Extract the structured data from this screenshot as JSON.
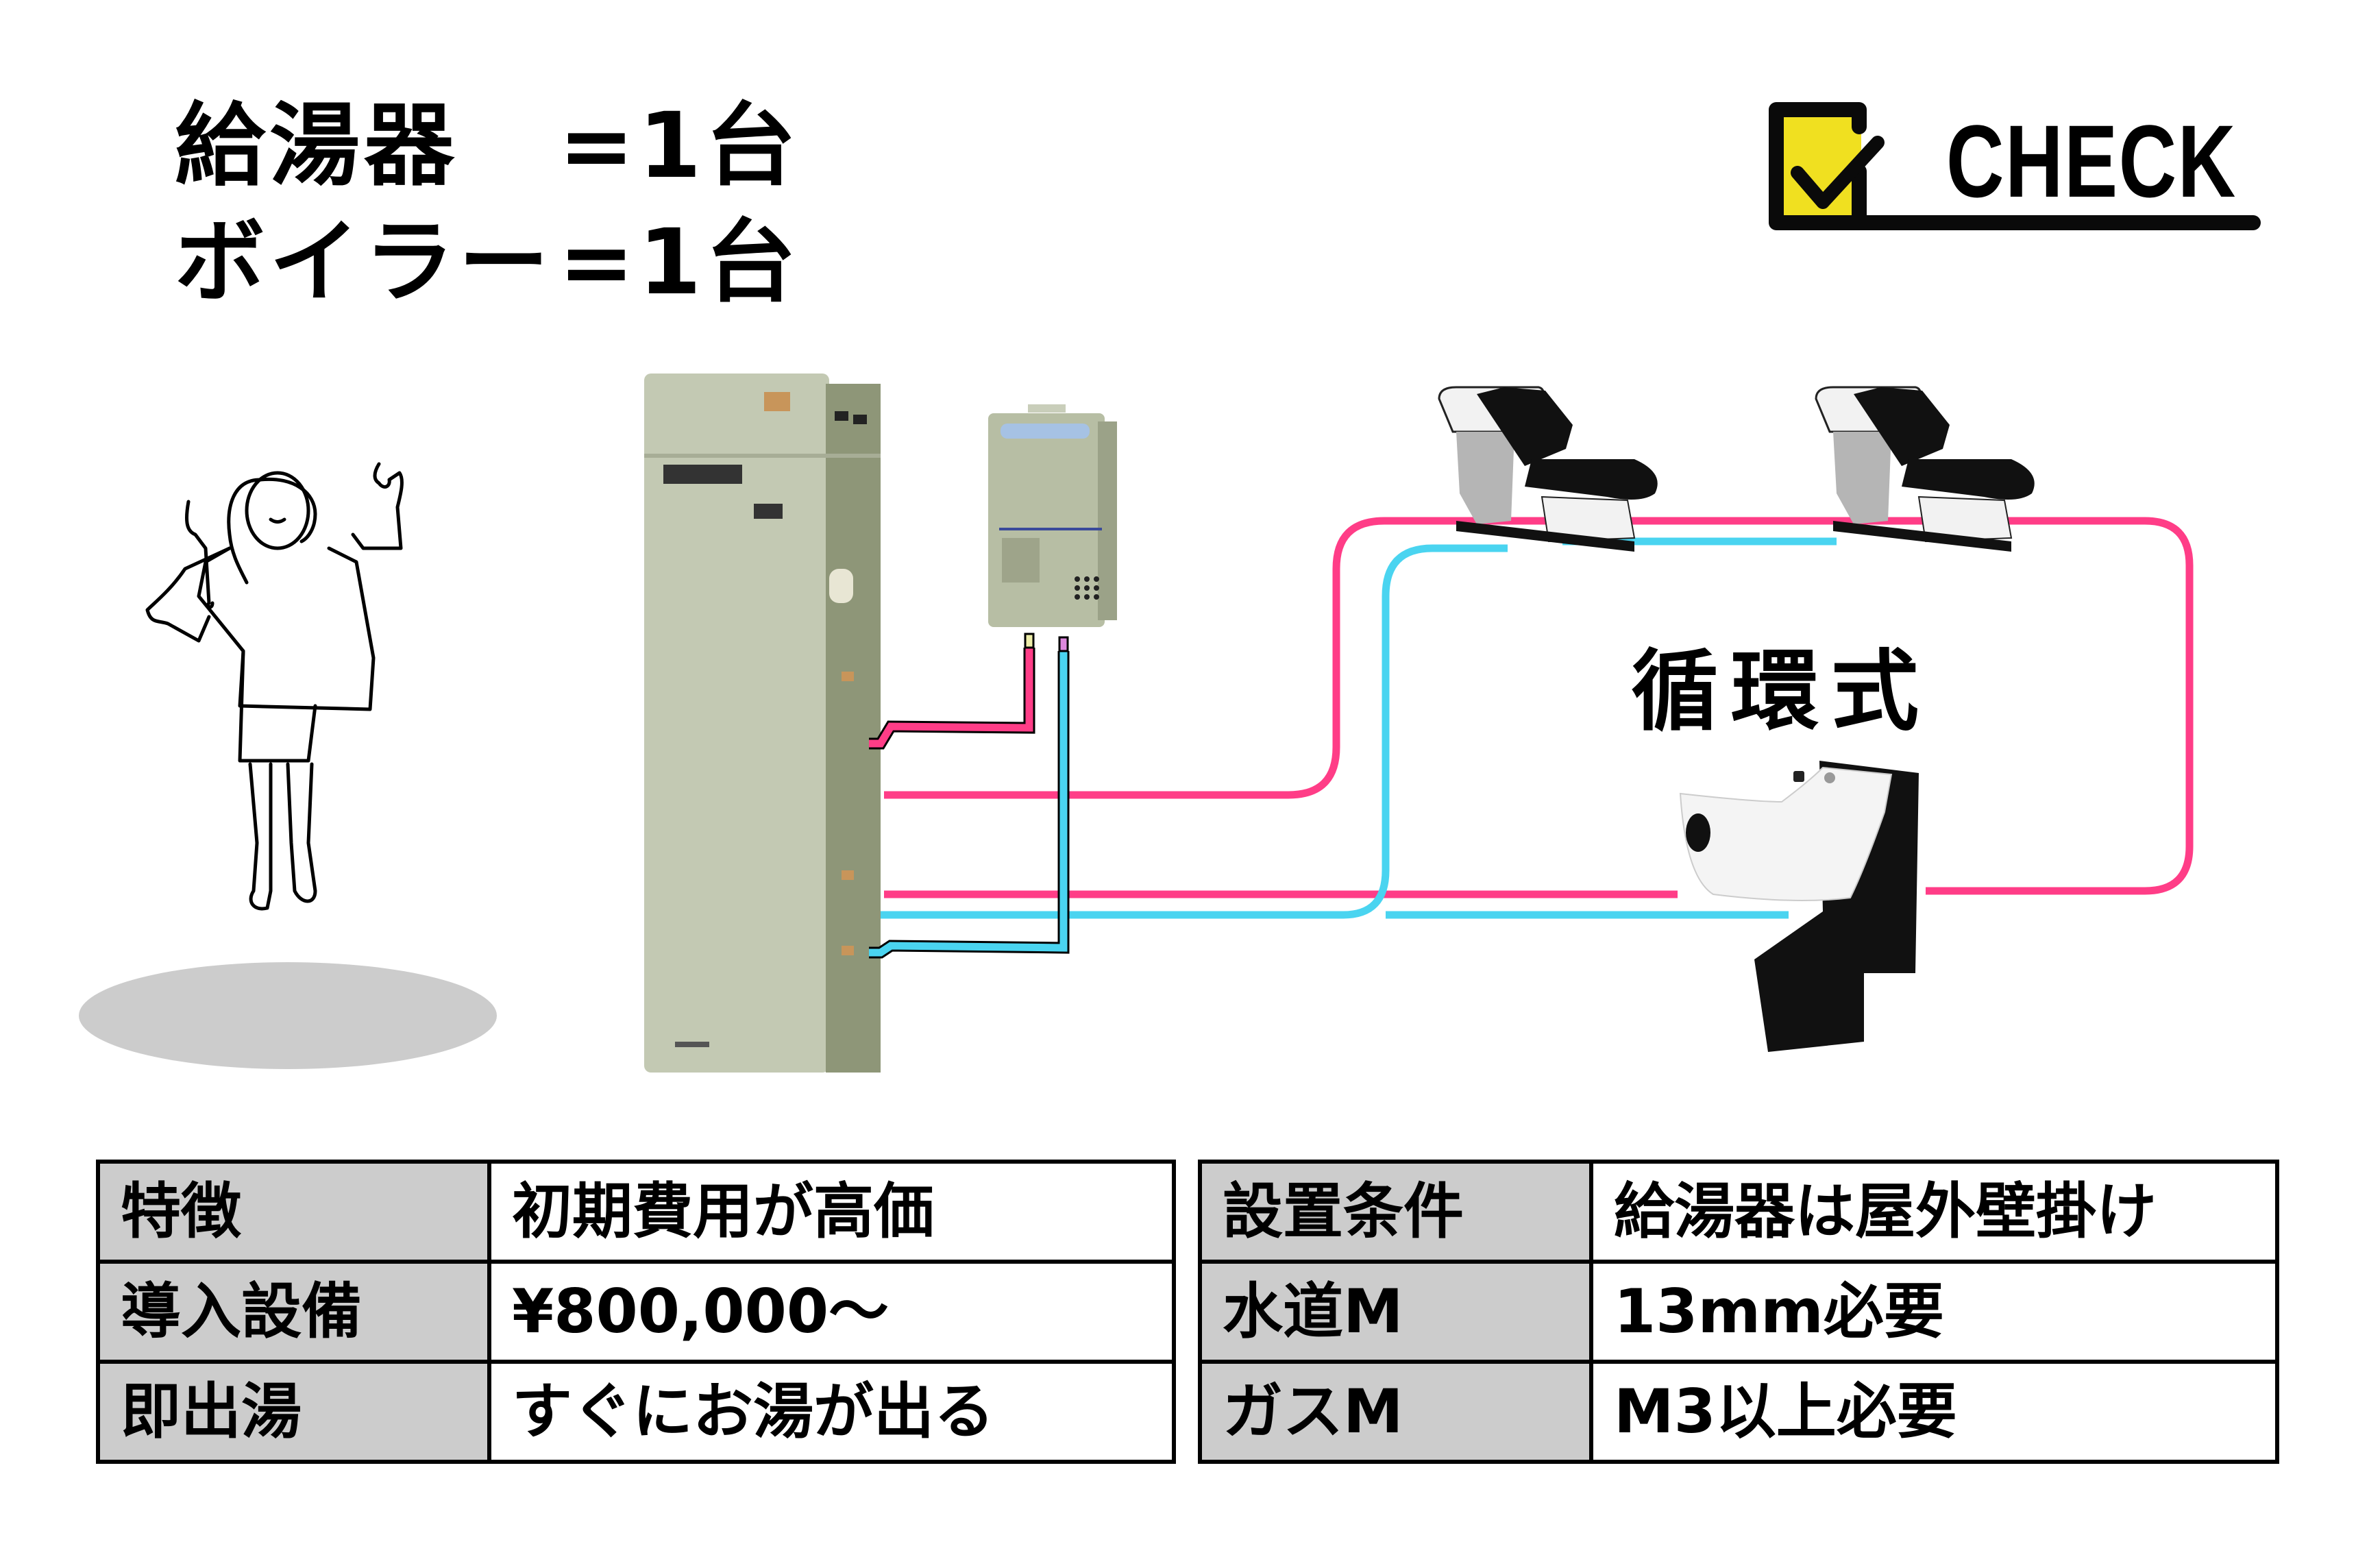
{
  "headline": {
    "lines": [
      {
        "label": "給湯器",
        "value": "=1台"
      },
      {
        "label": "ボイラー",
        "value": "=1台"
      }
    ]
  },
  "check_badge": {
    "label": "CHECK",
    "icon": "checkbox-check-icon",
    "accent_color": "#f0e020"
  },
  "diagram": {
    "loop_label": "循環式",
    "colors": {
      "hot_pipe": "#ff3d87",
      "cold_pipe": "#4ad4f0",
      "shadow": "#cccccc",
      "boiler_body": "#b9c0a8",
      "heater_body": "#b7bea4"
    },
    "components": [
      {
        "id": "presenter",
        "label": "presenter-illustration"
      },
      {
        "id": "boiler",
        "label": "boiler-tank"
      },
      {
        "id": "water-heater",
        "label": "wall-mounted-water-heater"
      },
      {
        "id": "shampoo-chair-1",
        "label": "shampoo-chair"
      },
      {
        "id": "shampoo-chair-2",
        "label": "shampoo-chair"
      },
      {
        "id": "shampoo-bowl",
        "label": "shampoo-sink"
      }
    ]
  },
  "tables": {
    "left": [
      {
        "key": "特徴",
        "value": "初期費用が高価"
      },
      {
        "key": "導入設備",
        "value": "¥800,000〜"
      },
      {
        "key": "即出湯",
        "value": "すぐにお湯が出る"
      }
    ],
    "right": [
      {
        "key": "設置条件",
        "value": "給湯器は屋外壁掛け"
      },
      {
        "key": "水道M",
        "value": "13mm必要"
      },
      {
        "key": "ガスM",
        "value": "M3以上必要"
      }
    ]
  }
}
